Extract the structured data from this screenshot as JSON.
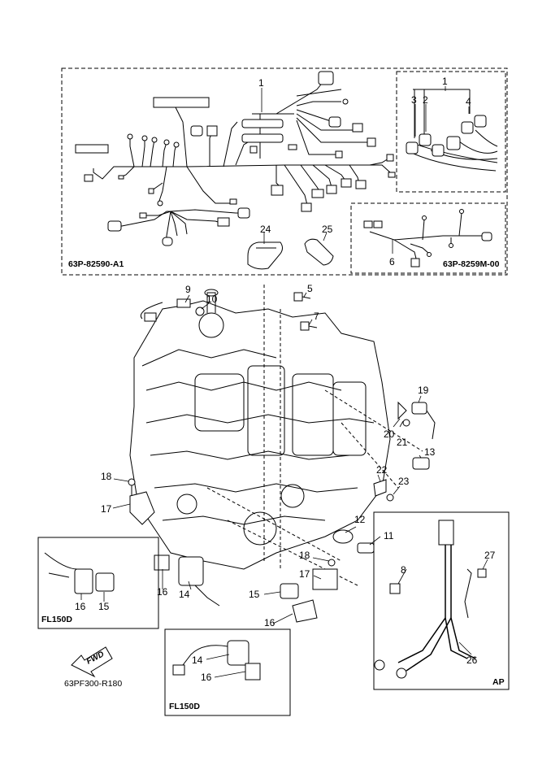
{
  "references": {
    "harness_main": "63P-82590-A1",
    "harness_sub": "63P-8259M-00",
    "figure": "63PF300-R180"
  },
  "variant_tags": {
    "inset_left": "FL150D",
    "inset_bottom": "FL150D",
    "inset_right": "AP"
  },
  "fwd_label": "FWD",
  "callouts": {
    "c1_main": "1",
    "c1_inset": "1",
    "c2": "2",
    "c3": "3",
    "c4": "4",
    "c5": "5",
    "c6": "6",
    "c7": "7",
    "c8": "8",
    "c9": "9",
    "c10": "10",
    "c11": "11",
    "c12": "12",
    "c13": "13",
    "c14_main": "14",
    "c14_inset": "14",
    "c15_main": "15",
    "c15_inset": "15",
    "c16_main": "16",
    "c16_inset_left": "16",
    "c16_inset_left2": "16",
    "c16_inset_bottom": "16",
    "c17_left": "17",
    "c17_right": "17",
    "c18_left": "18",
    "c18_right": "18",
    "c19": "19",
    "c20": "20",
    "c21": "21",
    "c22": "22",
    "c23": "23",
    "c24": "24",
    "c25": "25",
    "c26": "26",
    "c27": "27"
  }
}
